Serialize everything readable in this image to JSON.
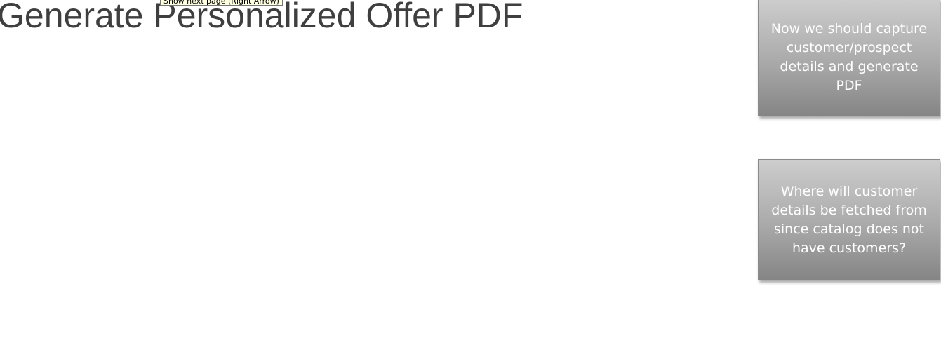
{
  "slide": {
    "title": "Generate Personalized Offer PDF"
  },
  "tooltip": {
    "text": "Show next page (Right Arrow)"
  },
  "comments": [
    {
      "text": "Now we should capture customer/prospect details and generate PDF"
    },
    {
      "text": "Where will customer details be fetched from since catalog does not have customers?"
    }
  ],
  "colors": {
    "title": "#3f3f3f",
    "note_gradient_top": "#cdcdcd",
    "note_gradient_bottom": "#858585",
    "note_text": "#ffffff",
    "tooltip_bg": "#ffffe1"
  }
}
